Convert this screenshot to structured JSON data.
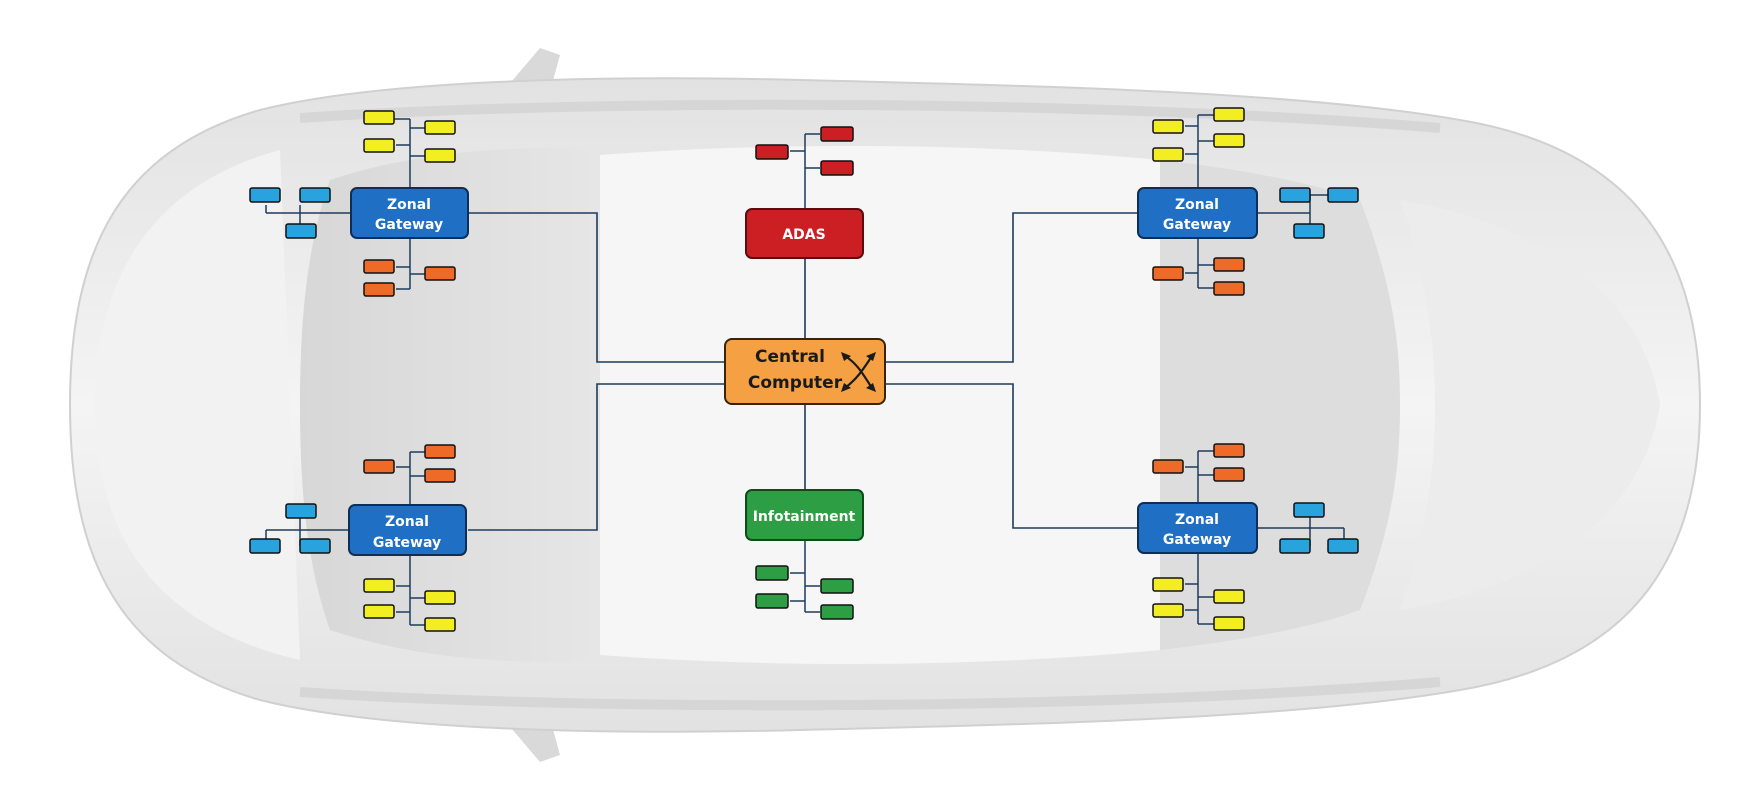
{
  "diagram": {
    "central": {
      "line1": "Central",
      "line2": "Computer",
      "icon": "crossing-arrows-icon"
    },
    "adas": {
      "label": "ADAS"
    },
    "infotainment": {
      "label": "Infotainment"
    },
    "zonal_gateways": [
      {
        "line1": "Zonal",
        "line2": "Gateway"
      },
      {
        "line1": "Zonal",
        "line2": "Gateway"
      },
      {
        "line1": "Zonal",
        "line2": "Gateway"
      },
      {
        "line1": "Zonal",
        "line2": "Gateway"
      }
    ]
  },
  "colors": {
    "gateway_blue": "#1f6fc4",
    "ecu_cyan": "#29a3dd",
    "ecu_yellow": "#f2ee22",
    "ecu_orange": "#ee6a26",
    "adas_red": "#cc1f24",
    "infotainment_green": "#2e9e45",
    "central_orange": "#f5a043",
    "connector": "#1f3b5c",
    "car_body": "#e9e9e9"
  }
}
